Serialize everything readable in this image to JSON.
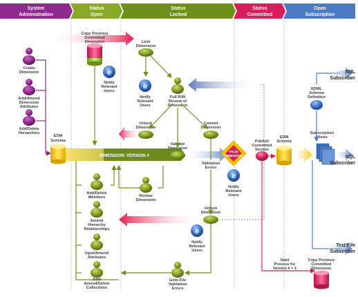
{
  "headers": {
    "system_admin_l1": "System",
    "system_admin_l2": "Administration",
    "status_open_l1": "Status",
    "status_open_l2": "Open",
    "status_locked_l1": "Status",
    "status_locked_l2": "Locked",
    "status_committed_l1": "Status",
    "status_committed_l2": "Committed",
    "open_subscription_l1": "Open",
    "open_subscription_l2": "Subscription"
  },
  "colors": {
    "purple": "#8e2a8c",
    "green": "#7a9a2a",
    "red": "#d61f5a",
    "blue": "#4d7bc3",
    "yellow": "#f5c400",
    "dark_green": "#5f7b1e"
  },
  "admin": {
    "create_l1": "Create",
    "create_l2": "Dimension",
    "addamend_l1": "Add/Amend",
    "addamend_l2": "Dimension",
    "addamend_l3": "Attributes",
    "adddelete_l1": "Add/Delete",
    "adddelete_l2": "Hierarchies",
    "edm_l1": "EDM",
    "edm_l2": "Schema"
  },
  "open": {
    "copy_prev_l1": "Copy Previous",
    "copy_prev_l2": "Committed",
    "copy_prev_l3": "Dimension",
    "notify_l1": "Notify",
    "notify_l2": "Relevant",
    "notify_l3": "Users",
    "dimension_bar": "DIMENSION: VERSION #",
    "add_delete_members_l1": "Add/Delete",
    "add_delete_members_l2": "Members",
    "amend_hier_l1": "Amend",
    "amend_hier_l2": "Hierarchy",
    "amend_hier_l3": "Relationships",
    "input_amend_l1": "Input/Amend",
    "input_amend_l2": "Attributes",
    "collections_l1": "Add/",
    "collections_l2": "Amend/Delete",
    "collections_l3": "Collections"
  },
  "locked": {
    "lock_l1": "Lock",
    "lock_l2": "Dimension",
    "notify_l1": "Notify",
    "notify_l2": "Relevant",
    "notify_l3": "Users",
    "full_rw_l1": "Full R/W",
    "full_rw_l2": "Review of",
    "full_rw_l3": "Dimension",
    "unlock_l1": "Unlock",
    "unlock_l2": "Dimension",
    "commit_l1": "Commit",
    "commit_l2": "Dimension",
    "validate_l1": "Validate",
    "validate_l2": "Dimension",
    "review_l1": "Review",
    "review_l2": "Dimension",
    "valerr_l1": "Validation",
    "valerr_l2": "Errors",
    "valid_l1": "VALID",
    "valid_l2": "DIMENSION",
    "notify2_l1": "Notify",
    "notify2_l2": "Relevant",
    "notify2_l3": "Users",
    "unlock2_l1": "Unlock",
    "unlock2_l2": "Dimension",
    "notify3_l1": "Notify",
    "notify3_l2": "Relevant",
    "notify3_l3": "Users",
    "gotofile_l1": "Goto File",
    "gotofile_l2": "Validation",
    "gotofile_l3": "Errors"
  },
  "committed": {
    "publish_l1": "Publish",
    "publish_l2": "Committed",
    "publish_l3": "Version",
    "start_l1": "Start",
    "start_l2": "Process for",
    "start_l3": "Version # + 1"
  },
  "subscription": {
    "edm_l1": "EDM",
    "edm_l2": "Schema",
    "edml_l1": "EDML",
    "edml_l2": "Schema",
    "edml_l3": "Definition",
    "views_l1": "Subscription",
    "views_l2": "Views",
    "xml": "XML",
    "xml_sub": "Subscriber",
    "sql": "SQL",
    "sql_sub": "Subscriber",
    "textfile": "Text File",
    "textfile_sub": "Subscriber",
    "copy_l1": "Copy Previous",
    "copy_l2": "Committed",
    "copy_l3": "Dimension"
  }
}
